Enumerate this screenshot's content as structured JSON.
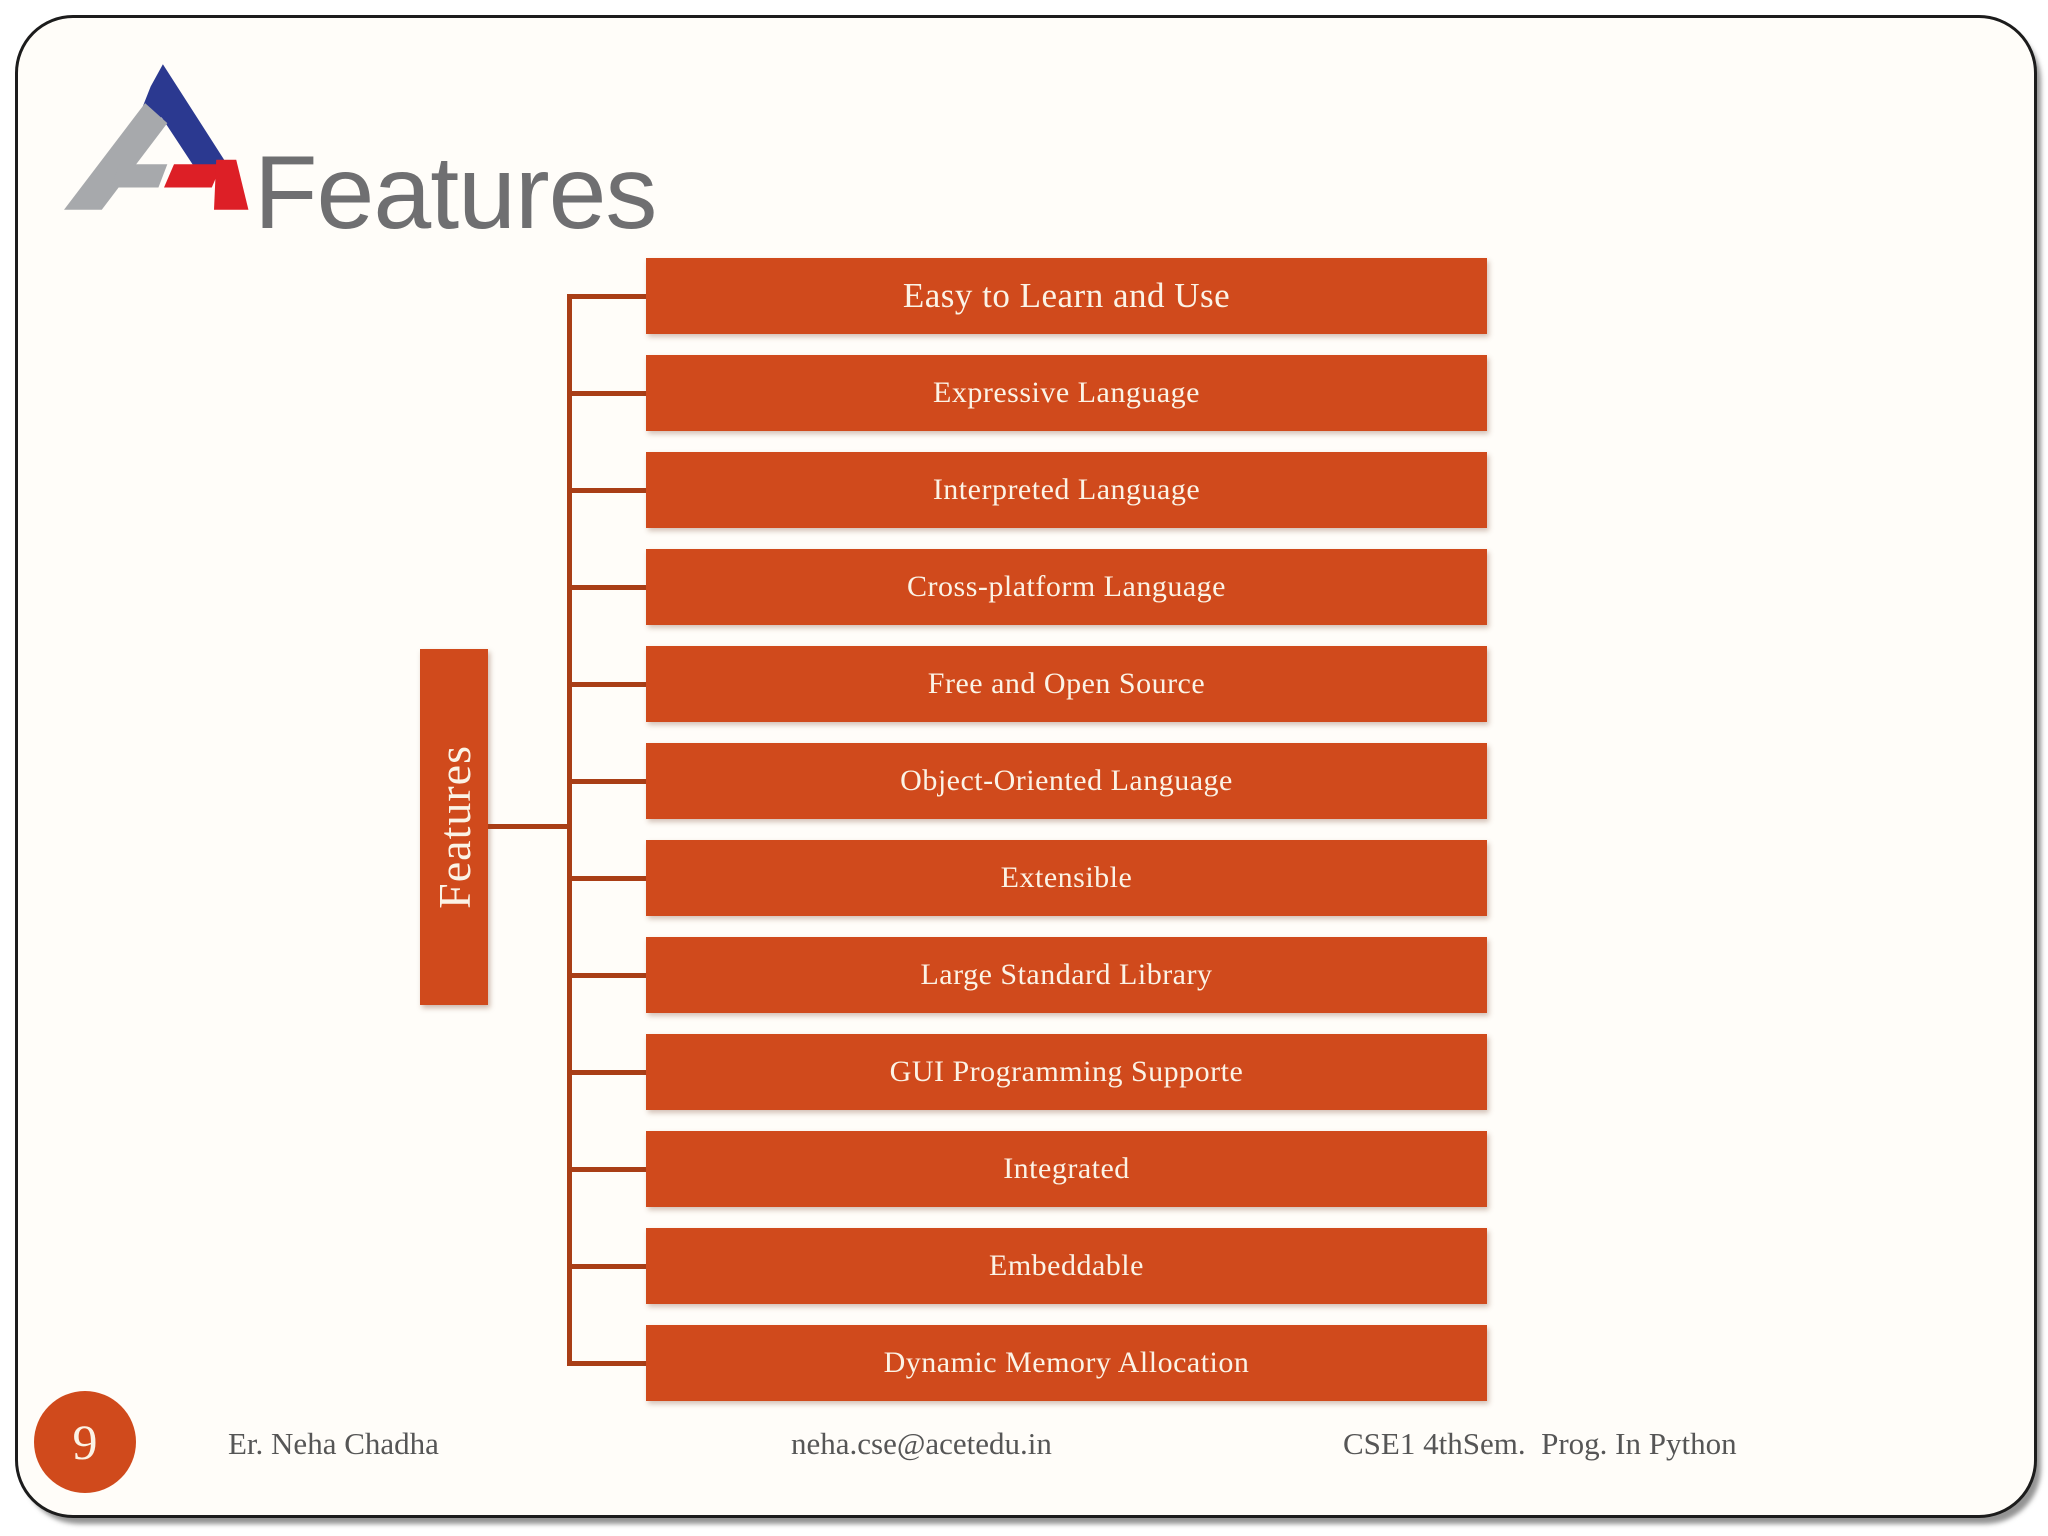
{
  "slide": {
    "title": "Features",
    "page_number": "9",
    "footer": {
      "author": "Er. Neha Chadha",
      "email": "neha.cse@acetedu.in",
      "course": "CSE1 4thSem.  Prog. In Python"
    },
    "diagram": {
      "type": "vertical-box-list",
      "root_label": "Features",
      "items": [
        "Easy to Learn and Use",
        "Expressive Language",
        "Interpreted Language",
        "Cross-platform Language",
        "Free and Open Source",
        "Object-Oriented Language",
        "Extensible",
        "Large Standard Library",
        "GUI Programming Supporte",
        "Integrated",
        "Embeddable",
        "Dynamic Memory Allocation"
      ]
    },
    "colors": {
      "accent": "#D04A1C",
      "connector": "#A93E16",
      "bar_text": "#FBF3E6",
      "title_gray": "#6F6F71",
      "logo_blue": "#2B3990",
      "logo_gray": "#A7A9AC",
      "logo_red": "#DD1F26"
    }
  }
}
